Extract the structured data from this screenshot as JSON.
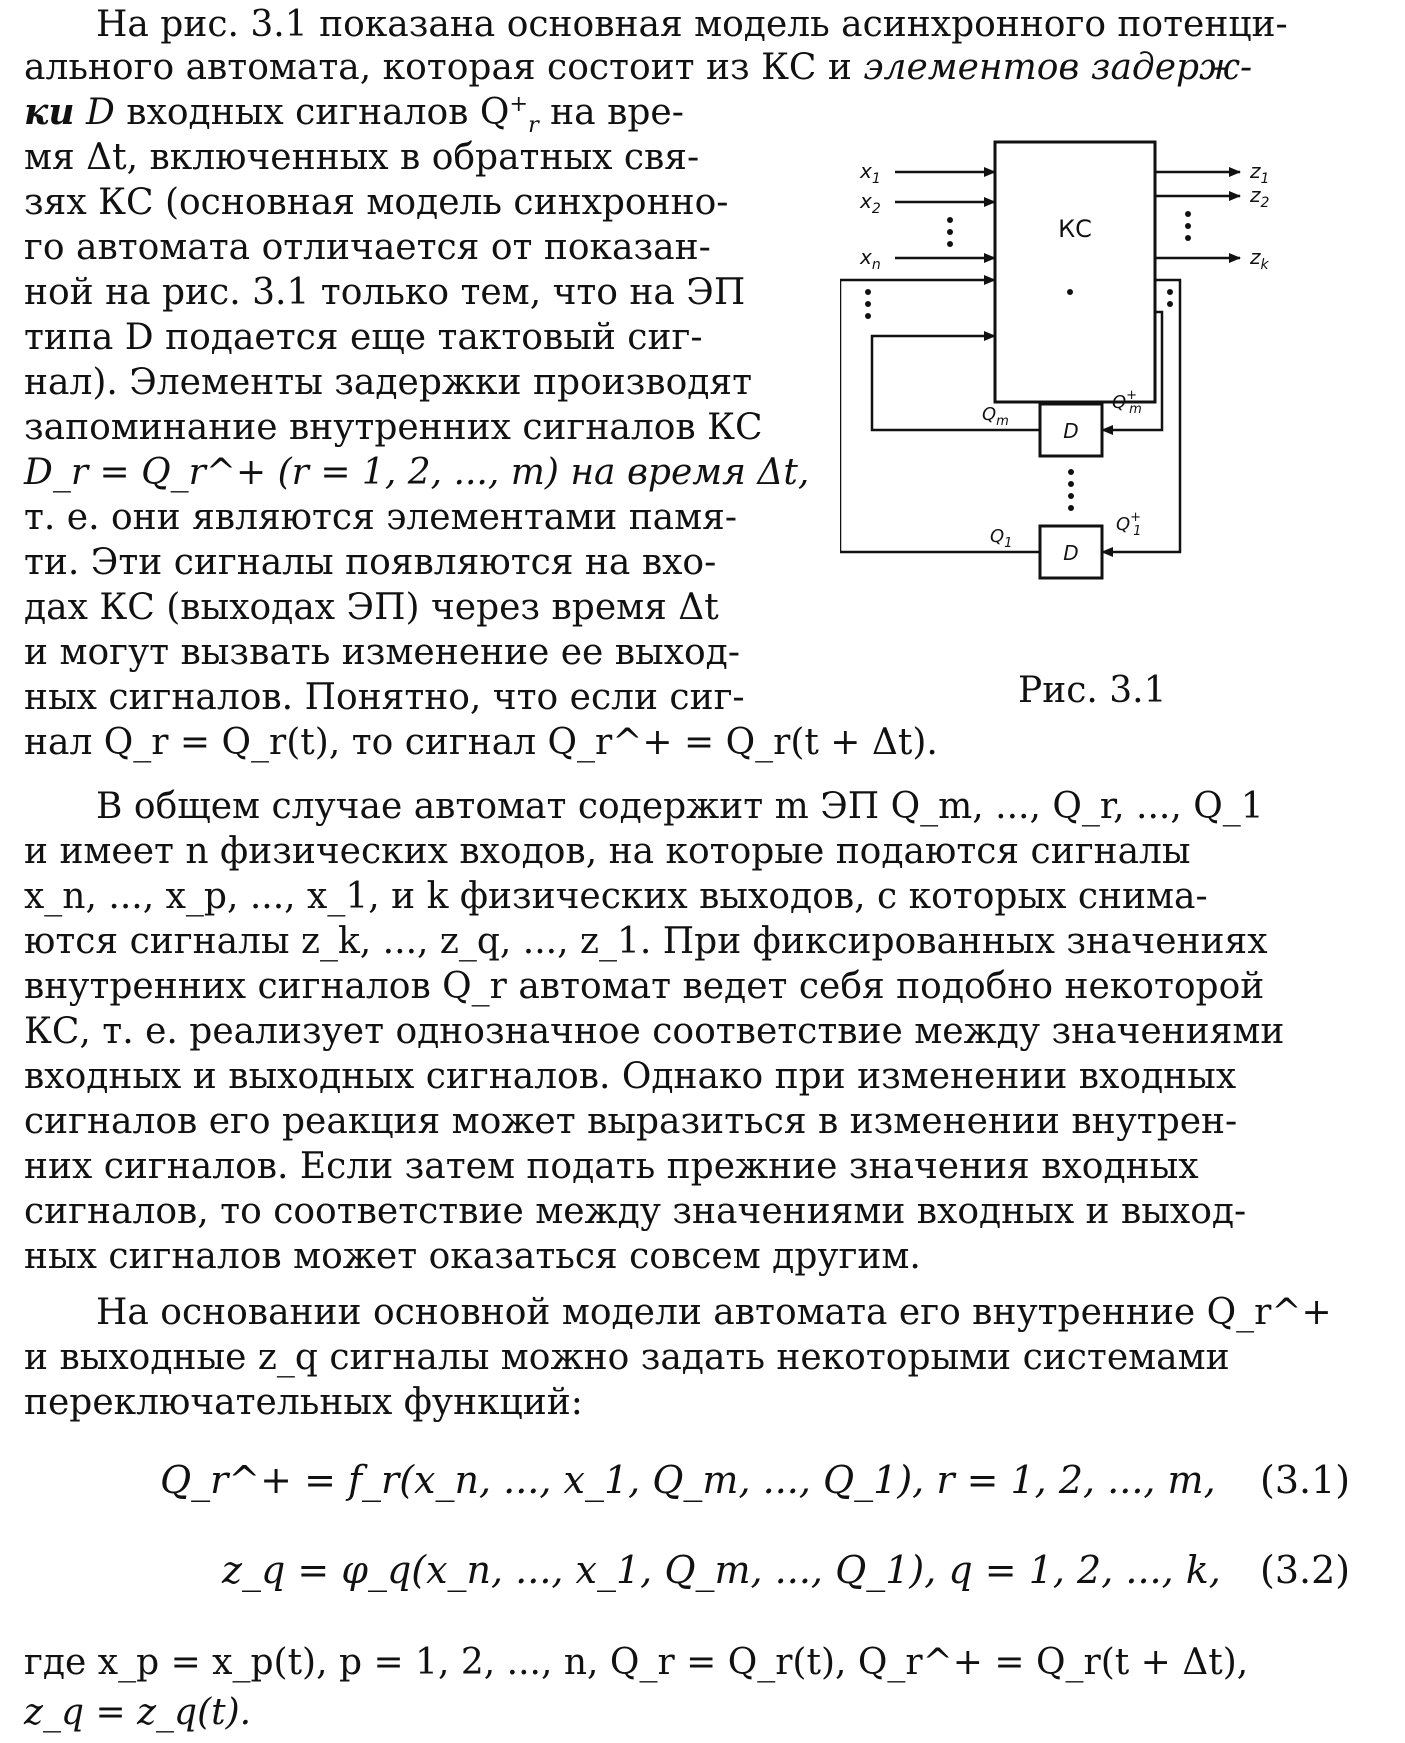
{
  "para1": {
    "l1": "На рис. 3.1 показана основная модель асинхронного потенци-",
    "l2a": "ального автомата, которая состоит из КС и ",
    "l2b": "элементов задерж-",
    "l3a": "ки",
    "l3b": " D",
    "l3c": " входных сигналов Q",
    "l3d": " на вре-",
    "l4": "мя Δt, включенных в обратных свя-",
    "l5": "зях КС (основная модель синхронно-",
    "l6": "го автомата отличается от показан-",
    "l7": "ной на рис. 3.1 только тем, что на ЭП",
    "l8": "типа D подается еще тактовый сиг-",
    "l9": "нал). Элементы задержки производят",
    "l10": "запоминание внутренних сигналов КС",
    "l11": "D_r = Q_r^+ (r = 1, 2, ..., m) на время Δt,",
    "l12": "т. е. они являются элементами памя-",
    "l13": "ти. Эти сигналы появляются на вхо-",
    "l14": "дах КС (выходах ЭП) через время Δt",
    "l15": "и могут вызвать изменение ее выход-",
    "l16": "ных сигналов. Понятно, что если сиг-",
    "l17": "нал Q_r = Q_r(t), то сигнал Q_r^+ = Q_r(t + Δt)."
  },
  "figure": {
    "caption": "Рис. 3.1",
    "block_label": "КС",
    "delay_label": "D",
    "inputs": [
      "x1",
      "x2",
      "xn"
    ],
    "outputs": [
      "z1",
      "z2",
      "zk"
    ],
    "feedback": [
      "Qm",
      "Qm+",
      "Q1",
      "Q1+"
    ]
  },
  "para2": {
    "l1": "В общем случае автомат содержит m ЭП Q_m, ..., Q_r, ..., Q_1",
    "l2": "и имеет n физических входов, на которые подаются сигналы",
    "l3": "x_n, ..., x_p, ..., x_1, и k физических выходов, с которых снима-",
    "l4": "ются сигналы z_k, ..., z_q, ..., z_1. При фиксированных значениях",
    "l5": "внутренних сигналов Q_r автомат ведет себя подобно некоторой",
    "l6": "КС, т. е. реализует однозначное соответствие между значениями",
    "l7": "входных и выходных сигналов. Однако при изменении входных",
    "l8": "сигналов его реакция может выразиться в изменении внутрен-",
    "l9": "них сигналов. Если затем подать прежние значения входных",
    "l10": "сигналов, то соответствие между значениями входных и выход-",
    "l11": "ных сигналов может оказаться совсем другим."
  },
  "para3": {
    "l1": "На основании основной модели автомата его внутренние Q_r^+",
    "l2": "и выходные z_q сигналы можно задать некоторыми системами",
    "l3": "переключательных функций:"
  },
  "equations": [
    {
      "text": "Q_r^+ = f_r(x_n, ..., x_1, Q_m, ..., Q_1), r = 1, 2, ..., m,",
      "number": "(3.1)"
    },
    {
      "text": "z_q = φ_q(x_n, ..., x_1, Q_m, ..., Q_1), q = 1, 2, ..., k,",
      "number": "(3.2)"
    }
  ],
  "para4": {
    "l1": "где x_p = x_p(t), p = 1, 2, ..., n, Q_r = Q_r(t), Q_r^+ = Q_r(t + Δt),",
    "l2": "z_q = z_q(t)."
  }
}
